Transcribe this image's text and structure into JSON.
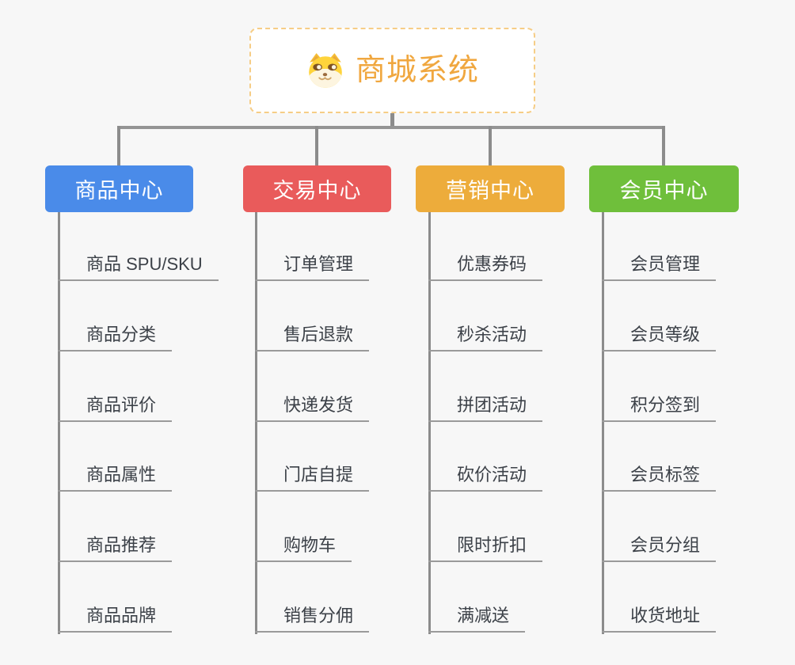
{
  "canvas": {
    "background_color": "#f7f7f7",
    "connector_color": "#8c8c8c",
    "underline_color": "#9a9a9a",
    "item_text_color": "#3c4148"
  },
  "root": {
    "title": "商城系统",
    "icon": "shiba-dog-icon",
    "title_color": "#f0a73f",
    "border_color": "#f6cd86",
    "background_color": "#ffffff"
  },
  "branches": [
    {
      "label": "商品中心",
      "color": "#4a8be9",
      "items": [
        "商品 SPU/SKU",
        "商品分类",
        "商品评价",
        "商品属性",
        "商品推荐",
        "商品品牌"
      ]
    },
    {
      "label": "交易中心",
      "color": "#e95b5b",
      "items": [
        "订单管理",
        "售后退款",
        "快递发货",
        "门店自提",
        "购物车",
        "销售分佣"
      ]
    },
    {
      "label": "营销中心",
      "color": "#edac3b",
      "items": [
        "优惠券码",
        "秒杀活动",
        "拼团活动",
        "砍价活动",
        "限时折扣",
        "满减送"
      ]
    },
    {
      "label": "会员中心",
      "color": "#6fbf3b",
      "items": [
        "会员管理",
        "会员等级",
        "积分签到",
        "会员标签",
        "会员分组",
        "收货地址"
      ]
    }
  ]
}
